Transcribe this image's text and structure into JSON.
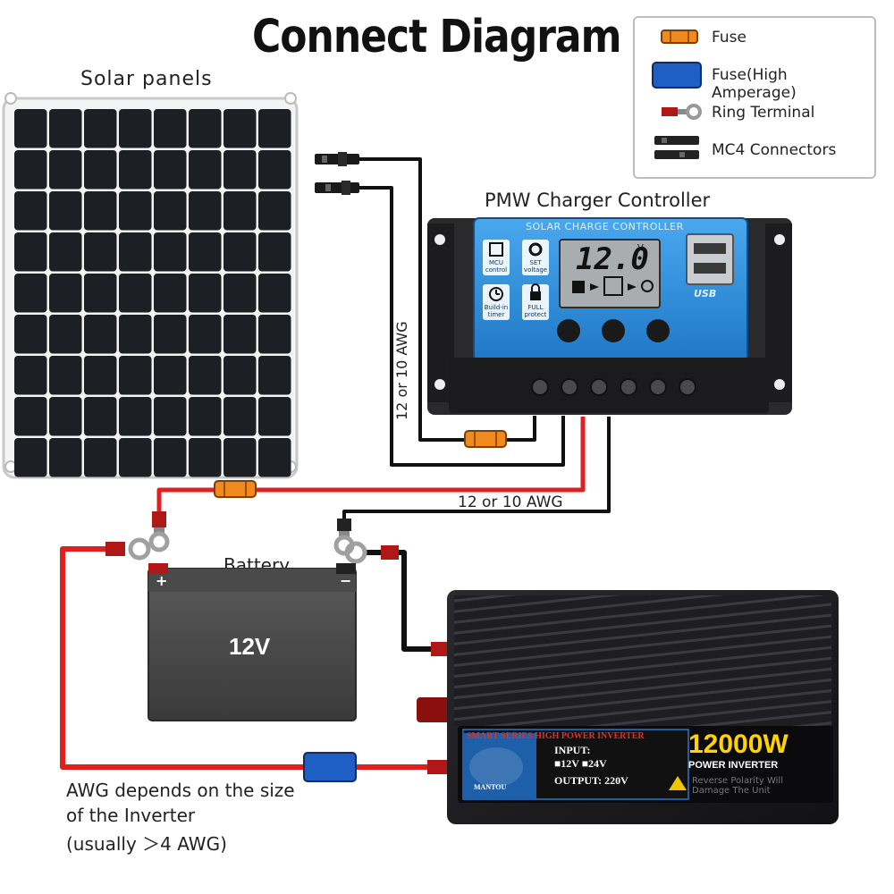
{
  "title": "Connect Diagram",
  "legend": {
    "items": [
      {
        "label": "Fuse",
        "icon": "fuse-icon"
      },
      {
        "label": "Fuse(High Amperage)",
        "icon": "high-amperage-fuse-icon"
      },
      {
        "label": "Ring Terminal",
        "icon": "ring-terminal-icon"
      },
      {
        "label": "MC4 Connectors",
        "icon": "mc4-connector-icon"
      }
    ]
  },
  "labels": {
    "solar_panels": "Solar panels",
    "controller": "PMW Charger Controller",
    "battery": "Battery",
    "wire_awg_vertical": "12 or 10 AWG",
    "wire_awg_horizontal": "12 or 10 AWG",
    "inverter_awg_line1": "AWG depends on the size",
    "inverter_awg_line2": "of the Inverter",
    "inverter_awg_line3": "(usually ＞4 AWG)"
  },
  "controller": {
    "brand_strip": "SOLAR CHARGE CONTROLLER",
    "lcd_voltage": "12.0",
    "lcd_unit": "V",
    "features": [
      {
        "line1": "MCU",
        "line2": "control",
        "icon": "chip-icon"
      },
      {
        "line1": "SET",
        "line2": "voltage",
        "icon": "gear-icon"
      },
      {
        "line1": "Build-in",
        "line2": "timer",
        "icon": "clock-icon"
      },
      {
        "line1": "FULL",
        "line2": "protect",
        "icon": "lock-icon"
      }
    ],
    "usb_label": "USB"
  },
  "battery": {
    "voltage": "12V",
    "plus": "+",
    "minus": "−"
  },
  "inverter": {
    "series_text": "SMART SERIES HIGH POWER INVERTER",
    "input_label": "INPUT:",
    "input_options": "■12V ■24V",
    "output_label": "OUTPUT: 220V",
    "brand": "MANTOU",
    "power": "12000W",
    "power_sub": "POWER INVERTER",
    "warning_line1": "Reverse Polarity Will",
    "warning_line2": "Damage The Unit"
  },
  "colors": {
    "positive_wire": "#e02020",
    "negative_wire": "#111111",
    "controller_blue": "#2e8fd8",
    "fuse_orange": "#f08a1c",
    "high_amp_fuse_blue": "#1f5fc4",
    "panel_cell": "#1c1f24"
  }
}
